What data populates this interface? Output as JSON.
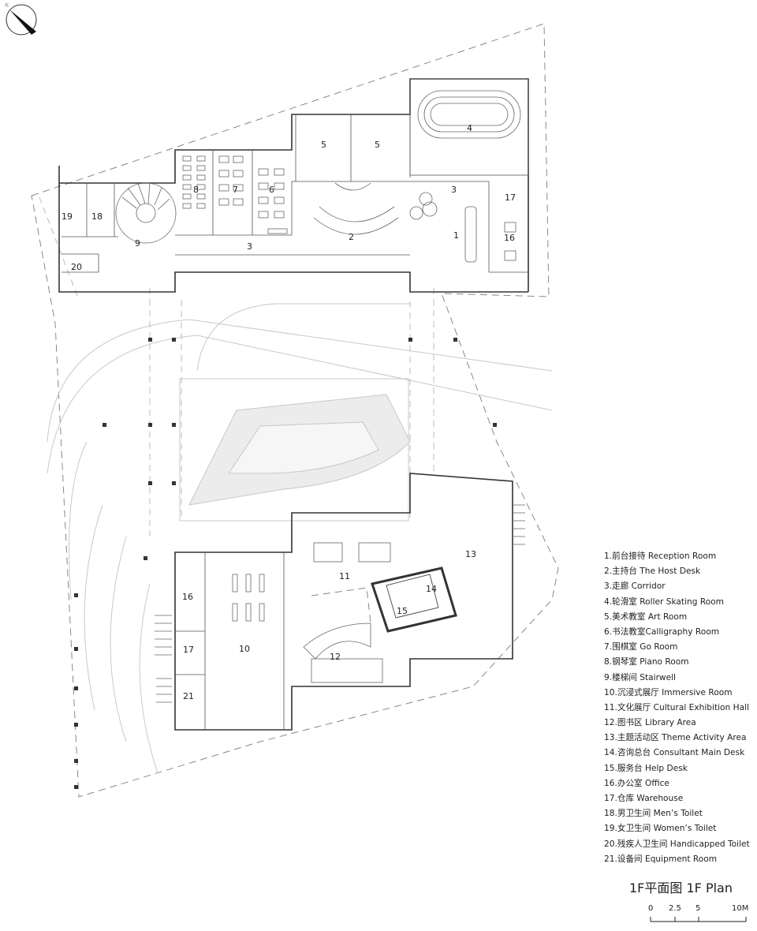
{
  "plan": {
    "title": "1F平面图 1F Plan",
    "north_label": "北",
    "room_numbers": [
      "1",
      "2",
      "3",
      "4",
      "5",
      "6",
      "7",
      "8",
      "9",
      "10",
      "11",
      "12",
      "13",
      "14",
      "15",
      "16",
      "17",
      "18",
      "19",
      "20",
      "21"
    ],
    "legend": [
      "1.前台接待 Reception Room",
      "2.主持台 The Host Desk",
      "3.走廊 Corridor",
      "4.轮滑室 Roller Skating Room",
      "5.美术教室 Art Room",
      "6.书法教室Calligraphy Room",
      "7.围棋室 Go Room",
      "8.钢琴室 Piano Room",
      "9.楼梯间 Stairwell",
      "10.沉浸式展厅 Immersive Room",
      "11.文化展厅 Cultural Exhibition Hall",
      "12.图书区 Library Area",
      "13.主题活动区 Theme Activity Area",
      "14.咨询总台 Consultant Main Desk",
      "15.服务台 Help Desk",
      "16.办公室 Office",
      "17.仓库 Warehouse",
      "18.男卫生间 Men’s Toilet",
      "19.女卫生间 Women’s Toilet",
      "20.残疾人卫生间 Handicapped Toilet",
      "21.设备间 Equipment Room"
    ],
    "scale": {
      "labels": [
        "0",
        "2.5",
        "5",
        "10M"
      ]
    }
  }
}
